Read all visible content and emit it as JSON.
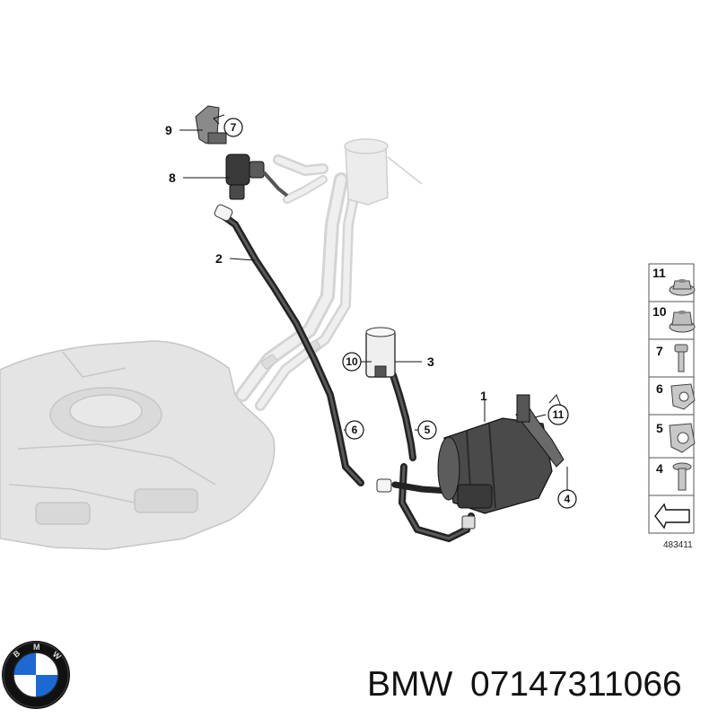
{
  "callouts": {
    "c1": "1",
    "c2": "2",
    "c3": "3",
    "c4": "4",
    "c5": "5",
    "c6": "6",
    "c7": "7",
    "c8": "8",
    "c9": "9",
    "c10": "10",
    "c11": "11"
  },
  "parts_panel": {
    "items": [
      "11",
      "10",
      "7",
      "6",
      "5",
      "4"
    ]
  },
  "diagram_number": "483411",
  "footer": {
    "brand": "BMW",
    "part_number": "07147311066"
  },
  "colors": {
    "ghost": "#e2e2e2",
    "ghost_stroke": "#c8c8c8",
    "hose": "#2a2a2a",
    "part_dark": "#3c3c3c",
    "bmw_blue": "#1c69d4"
  }
}
